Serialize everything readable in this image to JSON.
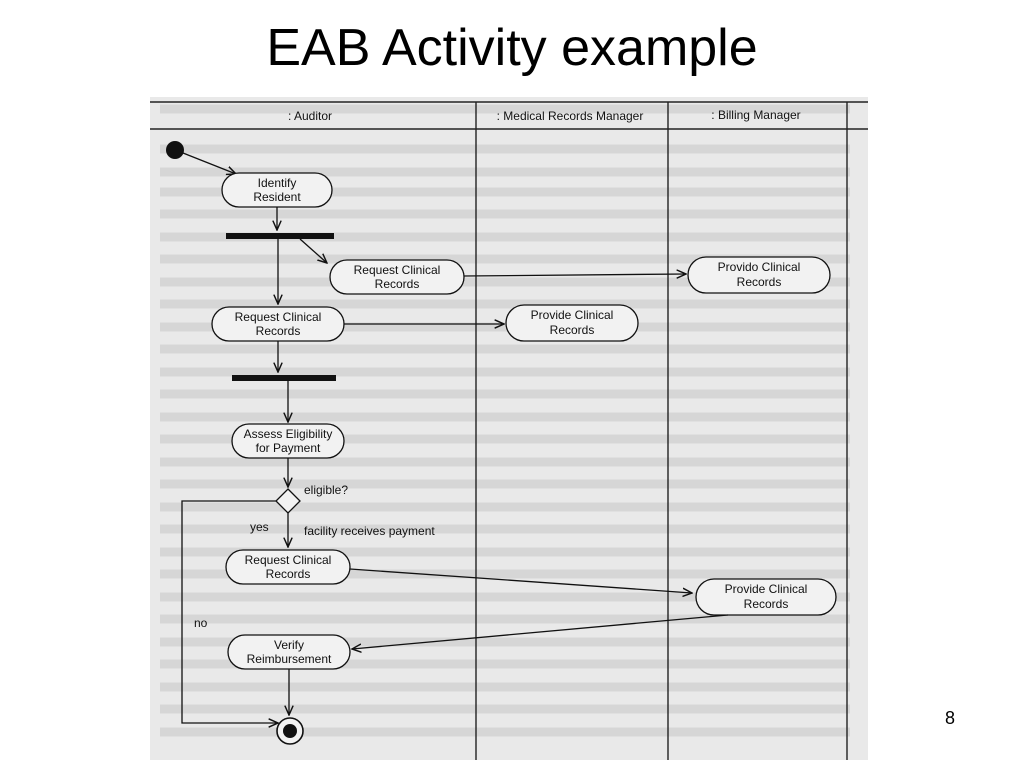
{
  "slide": {
    "title": "EAB Activity example",
    "page_number": "8"
  },
  "diagram": {
    "lanes": [
      {
        "id": "auditor",
        "label": ": Auditor"
      },
      {
        "id": "mrm",
        "label": ": Medical Records Manager"
      },
      {
        "id": "billing",
        "label": ": Billing Manager"
      }
    ],
    "nodes": {
      "identify": [
        "Identify",
        "Resident"
      ],
      "req1": [
        "Request Clinical",
        "Records"
      ],
      "provido": [
        "Provido Clinical",
        "Records"
      ],
      "req2": [
        "Request Clinical",
        "Records"
      ],
      "provide1": [
        "Provide Clinical",
        "Records"
      ],
      "assess": [
        "Assess Eligibility",
        "for Payment"
      ],
      "req3": [
        "Request Clinical",
        "Records"
      ],
      "provide2": [
        "Provide Clinical",
        "Records"
      ],
      "verify": [
        "Verify",
        "Reimbursement"
      ]
    },
    "decision_label": "eligible?",
    "guard_yes": "yes",
    "guard_no": "no",
    "action_label": "facility receives payment"
  }
}
